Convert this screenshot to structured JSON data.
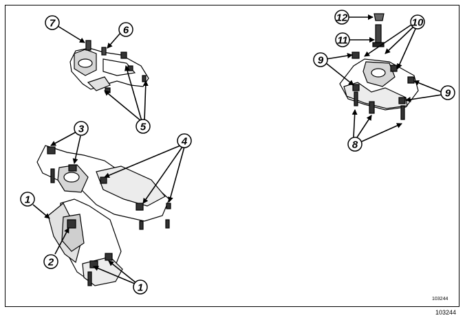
{
  "callouts": {
    "c1a": "1",
    "c1b": "1",
    "c2": "2",
    "c3": "3",
    "c4": "4",
    "c5": "5",
    "c6": "6",
    "c7": "7",
    "c8": "8",
    "c9a": "9",
    "c9b": "9",
    "c10": "10",
    "c11": "11",
    "c12": "12"
  },
  "reference": {
    "inner": "103244",
    "outer": "103244"
  },
  "colors": {
    "line": "#000000",
    "part_fill": "#ffffff",
    "shade": "#cfcfcf"
  }
}
